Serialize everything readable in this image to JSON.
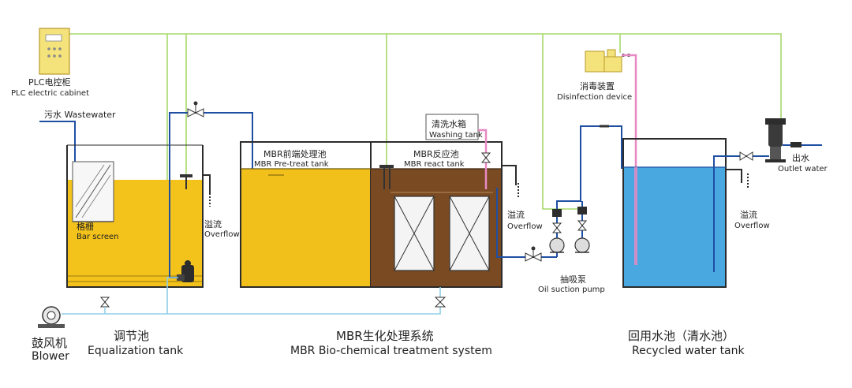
{
  "labels": {
    "plc_cn": "PLC电控柜",
    "plc_en": "PLC electric cabinet",
    "wastewater": "污水 Wastewater",
    "bar_screen_cn": "格栅",
    "bar_screen_en": "Bar screen",
    "overflow1_cn": "溢流",
    "overflow1_en": "Overflow",
    "pretreat_cn": "MBR前端处理池",
    "pretreat_en": "MBR Pre-treat tank",
    "washing_cn": "清洗水箱",
    "washing_en": "Washing tank",
    "react_cn": "MBR反应池",
    "react_en": "MBR react tank",
    "overflow2_cn": "溢流",
    "overflow2_en": "Overflow",
    "suction_cn": "抽吸泵",
    "suction_en": "Oil suction pump",
    "disinfection_cn": "消毒装置",
    "disinfection_en": "Disinfection device",
    "outlet_cn": "出水",
    "outlet_en": "Outlet water",
    "overflow3_cn": "溢流",
    "overflow3_en": "Overflow",
    "blower_cn": "鼓风机",
    "blower_en": "Blower",
    "equal_cn": "调节池",
    "equal_en": "Equalization tank",
    "mbr_cn": "MBR生化处理系统",
    "mbr_en": "MBR Bio-chemical treatment system",
    "recycled_cn": "回用水池（清水池）",
    "recycled_en": "Recycled water tank"
  },
  "colors": {
    "equalization_water": "#f3c21b",
    "pretreat_water": "#f2c01a",
    "react_water": "#7a4a22",
    "recycled_water": "#4aa8e0",
    "control_line": "#a6d96a",
    "water_pipe": "#1f4fa3",
    "disinfection_pipe": "#e78ac3",
    "air_pipe": "#8fcfe8",
    "plc_cabinet": "#f4e27a"
  }
}
